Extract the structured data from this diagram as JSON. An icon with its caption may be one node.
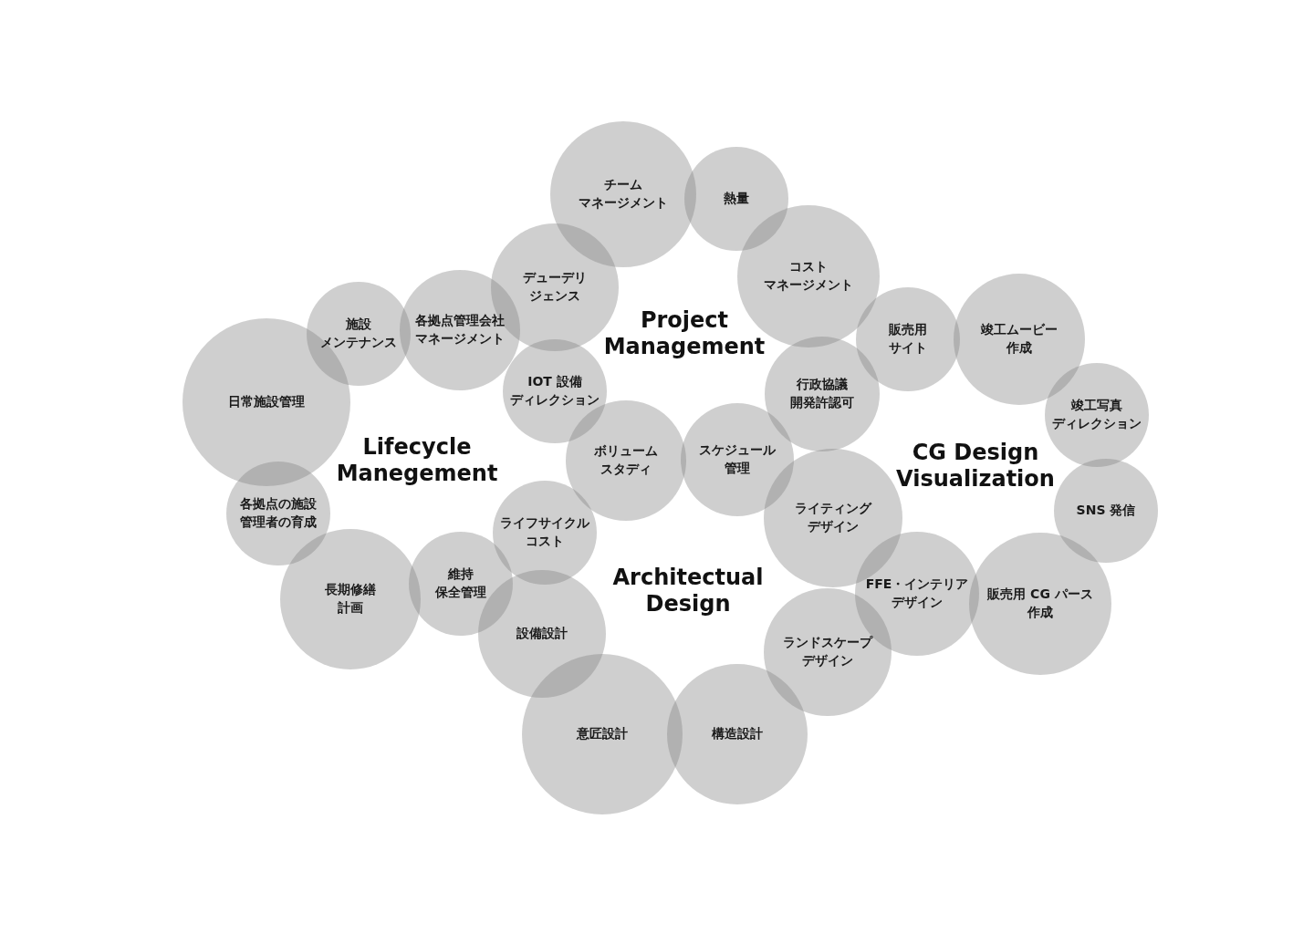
{
  "diagram": {
    "nodes": [
      {
        "text": [
          "チームマネージメント"
        ]
      },
      {
        "text": [
          "熱量"
        ]
      },
      {
        "text": [
          "デューデリジェンス"
        ]
      },
      {
        "text": [
          "コストマネージメント"
        ]
      },
      {
        "text": [
          "施設メンテナンス"
        ]
      },
      {
        "text": [
          "各拠点管理会社マネージメント"
        ]
      },
      {
        "text": [
          "販売用サイト"
        ]
      },
      {
        "text": [
          "竣工ムービー作成"
        ]
      },
      {
        "text": [
          "日常施設管理"
        ]
      },
      {
        "text": [
          "IOT 設備ディレクション"
        ]
      },
      {
        "text": [
          "行政協議開発許認可"
        ]
      },
      {
        "text": [
          "竣工写真ディレクション"
        ]
      },
      {
        "text": [
          "ボリュームスタディ"
        ]
      },
      {
        "text": [
          "スケジュール管理"
        ]
      },
      {
        "text": [
          "各拠点の施設管理者の育成"
        ]
      },
      {
        "text": [
          "SNS 発信"
        ]
      },
      {
        "text": [
          "ライフサイクルコスト"
        ]
      },
      {
        "text": [
          "ライティングデザイン"
        ]
      },
      {
        "text": [
          "維持保全管理"
        ]
      },
      {
        "text": [
          "長期修繕計画"
        ]
      },
      {
        "text": [
          "FFE・インテリアデザイン"
        ]
      },
      {
        "text": [
          "販売用 CG パース作成"
        ]
      },
      {
        "text": [
          "設備設計"
        ]
      },
      {
        "text": [
          "ランドスケープデザイン"
        ]
      },
      {
        "text": [
          "意匠設計"
        ]
      },
      {
        "text": [
          "構造設計"
        ]
      }
    ],
    "labels": [
      "Project Management",
      "Lifecycle Manegement",
      "CG Design Visualization",
      "Architectual Design"
    ]
  }
}
